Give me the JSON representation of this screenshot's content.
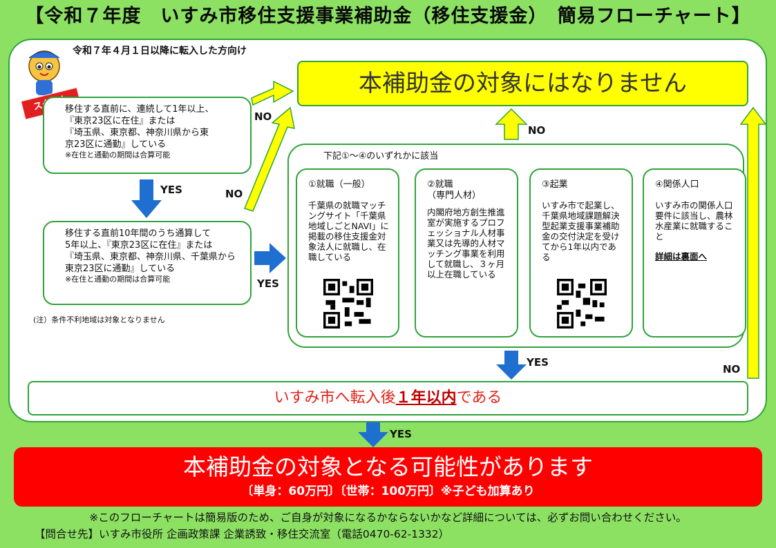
{
  "title": "【令和７年度　いすみ市移住支援事業補助金（移住支援金）　簡易フローチャート】",
  "target_label": "令和７年４月１日以降に転入した方向け",
  "start_badge": "スタート",
  "not_eligible": "本補助金の対象にはなりません",
  "condition1": {
    "line1": "移住する直前に、連続して1年以上、",
    "line2": "『東京23区に在住』または",
    "line3": "『埼玉県、東京都、神奈川県から東",
    "line4": "京23区に通勤』している",
    "note": "※在住と通勤の期間は合算可能"
  },
  "condition2": {
    "line1": "移住する直前10年間のうち通算して",
    "line2": "5年以上、『東京23区に在住』または",
    "line3": "『埼玉県、東京都、神奈川県、千葉県から",
    "line4": "東京23区に通勤』している",
    "note": "※在住と通勤の期間は合算可能"
  },
  "footnote": "(注）条件不利地域は対象となりません",
  "labels": {
    "yes": "YES",
    "no": "NO"
  },
  "group_label": "下記①～④のいずれかに該当",
  "cards": [
    {
      "title": "①就職（一般）",
      "subtitle": "",
      "body": "千葉県の就職マッチングサイト「千葉県地域しごとNAVI」に掲載の移住支援金対象法人に就職し、在職している"
    },
    {
      "title": "②就職",
      "subtitle": "（専門人材）",
      "body": "内閣府地方創生推進室が実施するプロフェッショナル人材事業又は先導的人材マッチング事業を利用して就職し、３ヶ月以上在職している"
    },
    {
      "title": "③起業",
      "subtitle": "",
      "body": "いすみ市で起業し、千葉県地域課題解決型起業支援事業補助金の交付決定を受けてから1年以内である"
    },
    {
      "title": "④関係人口",
      "subtitle": "",
      "body": "いすみ市の関係人口要件に該当し、農林水産業に就職すること",
      "link": "詳細は裏面へ"
    }
  ],
  "move": {
    "prefix": "いすみ市へ転入後",
    "emphasis": "１年以内",
    "suffix": "である"
  },
  "result": {
    "main": "本補助金の対象となる可能性があります",
    "sub": "〔単身：60万円〕〔世帯：100万円〕※子ども加算あり"
  },
  "footer": {
    "note": "※このフローチャートは簡易版のため、ご自身が対象になるかならないかなど詳細については、必ずお問い合わせください。",
    "contact": "【問合せ先】いすみ市役所 企画政策課 企業誘致・移住交流室（電話0470-62-1332）"
  },
  "colors": {
    "background": "#8ce163",
    "border": "#2fa33a",
    "not_eligible_bg": "#ffff00",
    "result_bg": "#ff0000",
    "arrow_blue": "#1f6fd1",
    "arrow_yellow": "#ffff00"
  }
}
